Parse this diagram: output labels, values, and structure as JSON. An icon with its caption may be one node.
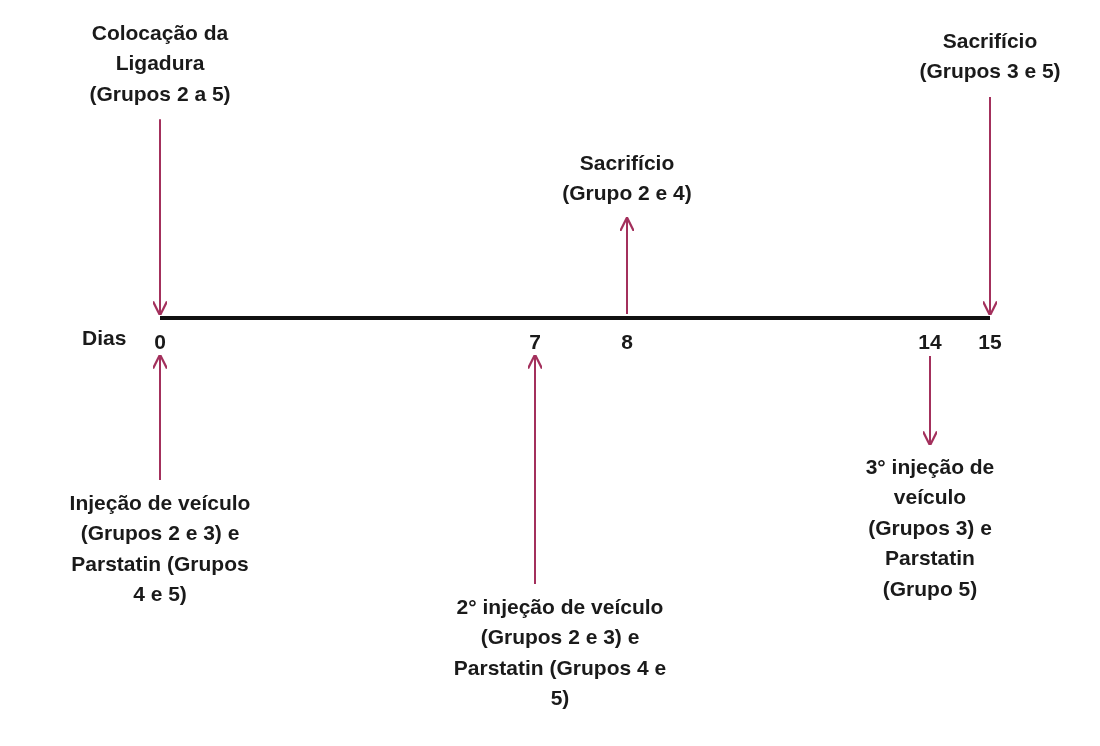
{
  "diagram": {
    "nodes": [
      {
        "text": [
          "Colocação da Ligadura",
          "(Grupos 2 a 5)"
        ]
      },
      {
        "text": [
          "Sacrifício",
          "(Grupo 2 e 4)"
        ]
      },
      {
        "text": [
          "Sacrifício",
          "(Grupos 3 e 5)"
        ]
      },
      {
        "text": [],
        "shape": "bar"
      },
      {
        "text": [
          "Injeção de veículo (Grupos 2 e 3) e Parstatin (Grupos 4 e 5)"
        ]
      },
      {
        "text": [
          "2° injeção de veículo (Grupos 2 e 3) e Parstatin (Grupos 4 e 5)"
        ]
      },
      {
        "text": [
          "3° injeção de veículo (Grupos 3) e Parstatin (Grupo 5)"
        ]
      }
    ],
    "edges": [
      {
        "from": 0,
        "to": 3,
        "arrow": "to"
      },
      {
        "from": 3,
        "to": 1,
        "arrow": "to"
      },
      {
        "from": 2,
        "to": 3,
        "arrow": "to"
      },
      {
        "from": 4,
        "to": 3,
        "arrow": "to"
      },
      {
        "from": 5,
        "to": 3,
        "arrow": "to"
      },
      {
        "from": 3,
        "to": 6,
        "arrow": "to"
      }
    ],
    "labels": [
      "Dias",
      "0",
      "7",
      "8",
      "14",
      "15"
    ]
  }
}
